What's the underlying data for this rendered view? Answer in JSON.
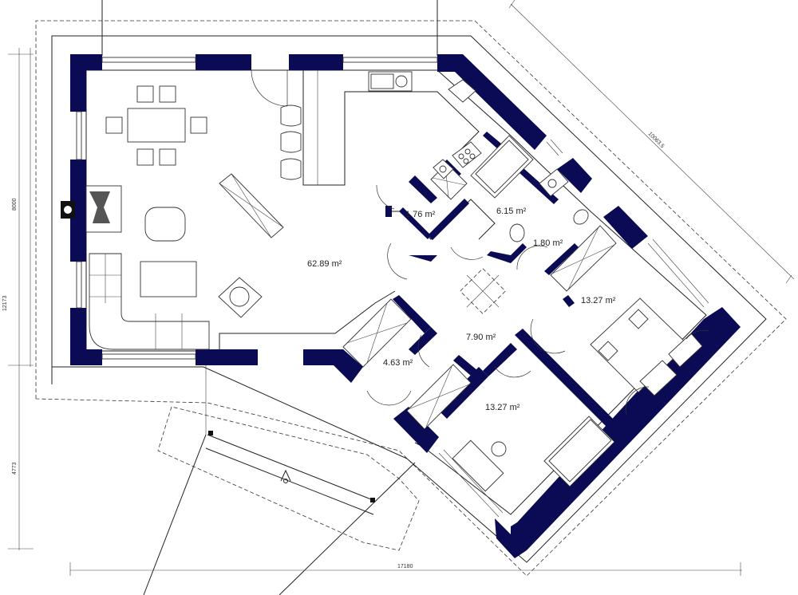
{
  "rooms": {
    "living": "62.89 m²",
    "wc": "1.76 m²",
    "bath": "6.15 m²",
    "toilet": "1.80 m²",
    "bedroom_upper": "13.27 m²",
    "hall": "7.90 m²",
    "storage": "4.63 m²",
    "bedroom_lower": "13.27 m²"
  },
  "dimensions": {
    "left_top": "8000",
    "left_total": "12173",
    "left_bottom": "4773",
    "bottom_total": "17180",
    "diagonal": "10063.5"
  },
  "colors": {
    "wall": "#0b0b55",
    "line": "#222222"
  }
}
